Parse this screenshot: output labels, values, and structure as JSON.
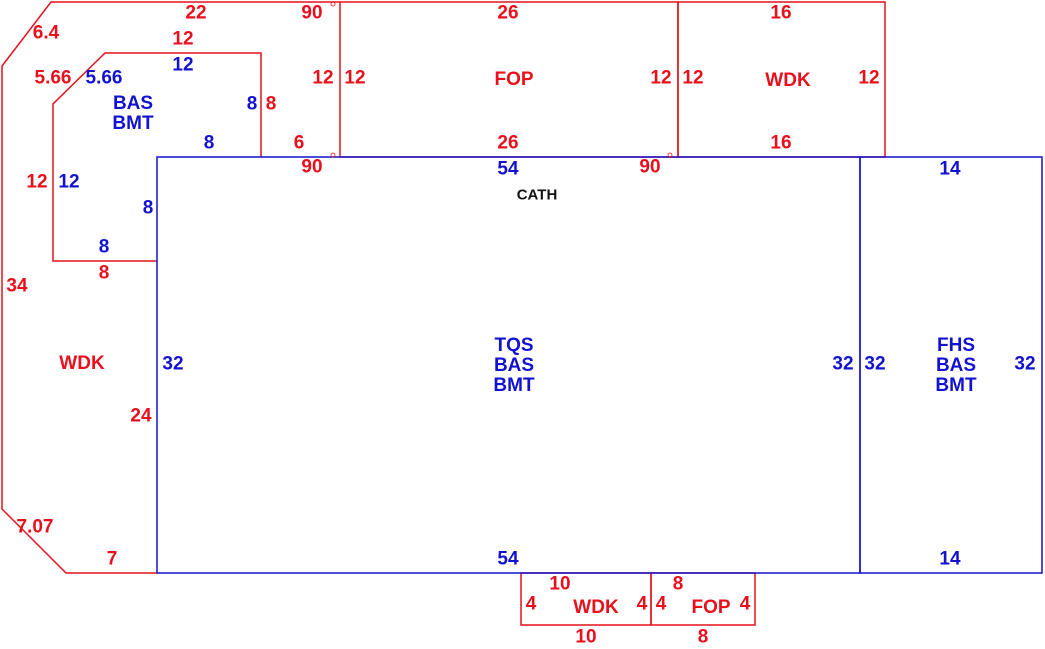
{
  "colors": {
    "exterior": "#e8101c",
    "living": "#1212d0",
    "text": "#111111"
  },
  "areas": {
    "main": {
      "codes": [
        "TQS",
        "BAS",
        "BMT"
      ]
    },
    "east": {
      "codes": [
        "FHS",
        "BAS",
        "BMT"
      ]
    },
    "nw": {
      "codes": [
        "BAS",
        "BMT"
      ]
    },
    "wdk_west": {
      "code": "WDK"
    },
    "fop_north": {
      "code": "FOP"
    },
    "wdk_north": {
      "code": "WDK"
    },
    "wdk_south": {
      "code": "WDK"
    },
    "fop_south": {
      "code": "FOP"
    }
  },
  "labels": {
    "cath": "CATH",
    "angle": "90",
    "d22": "22",
    "d6_4": "6.4",
    "d12": "12",
    "d5_66": "5.66",
    "d8": "8",
    "d6": "6",
    "d34": "34",
    "d24": "24",
    "d7_07": "7.07",
    "d7": "7",
    "d26": "26",
    "d16": "16",
    "d54": "54",
    "d32": "32",
    "d14": "14",
    "d10": "10",
    "d4": "4"
  }
}
